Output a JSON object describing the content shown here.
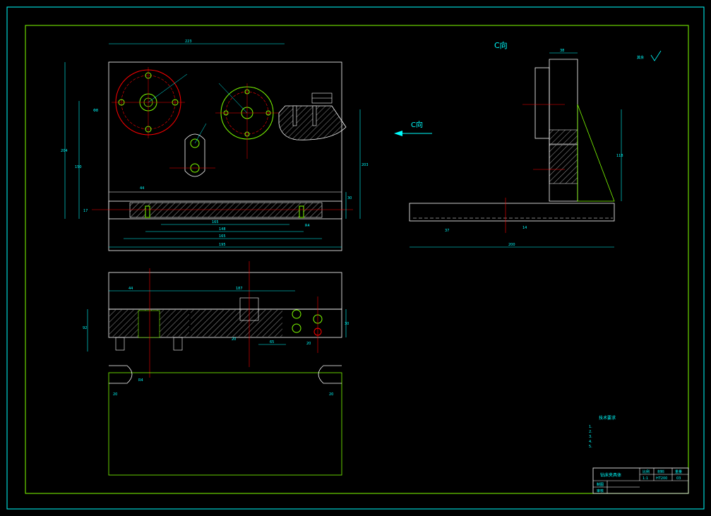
{
  "labels": {
    "view_c_top": "C向",
    "view_c_arrow": "C向",
    "roughness_rest": "其余"
  },
  "dims": {
    "top_width": "223",
    "left_h1": "204",
    "left_h2": "150",
    "hole_d": "Φ8",
    "left_x": "44",
    "base_thk": "17",
    "len_a": "165",
    "len_b": "148",
    "len_c": "165",
    "len_total": "195",
    "right_h": "203",
    "right_h2": "30",
    "side_top": "38",
    "side_h": "118",
    "side_base": "200",
    "side_w": "37",
    "side_small": "14",
    "front_left": "44",
    "front_mid": "187",
    "front_h": "92",
    "front_h2": "30",
    "front_w1": "20",
    "front_w2": "20",
    "front_w3": "65",
    "slot_l": "20",
    "slot_r": "20",
    "r_label_1": "R4",
    "r_label_2": "R4"
  },
  "notes": {
    "title": "技术要求",
    "items": [
      "1.",
      "2.",
      "3.",
      "4.",
      "5."
    ]
  },
  "titleblock": {
    "name": "钻床夹具体",
    "c1": "比例",
    "c2": "材料",
    "c3": "重量",
    "v1": "1:1",
    "v2": "HT200",
    "v3": "03",
    "r1": "制图",
    "r2": "审核"
  }
}
